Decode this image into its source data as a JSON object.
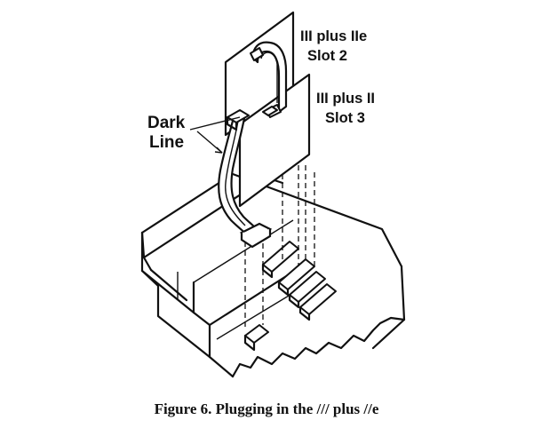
{
  "labels": {
    "slot2_line1": "III plus IIe",
    "slot2_line2": "Slot  2",
    "slot3_line1": "III plus II",
    "slot3_line2": "Slot  3",
    "dark_line_1": "Dark",
    "dark_line_2": "Line"
  },
  "caption": "Figure 6. Plugging in the /// plus //e"
}
